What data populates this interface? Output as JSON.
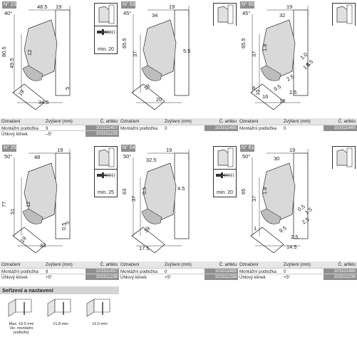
{
  "panels": [
    {
      "badge": "N° 23",
      "angle": "40°",
      "screw": "min. 20",
      "dims": {
        "a": "48.5",
        "b": "19",
        "c": "80.5",
        "d": "49.5",
        "e": "12",
        "f": "19",
        "g": "5",
        "h": "34.5"
      },
      "table": {
        "h1": "Označení",
        "h2": "Zvýšení (mm)",
        "h3": "Č. artiklu",
        "rows": [
          {
            "name": "Montážní podložka",
            "val": "9",
            "art": "103311457"
          },
          {
            "name": "Úhlový klínek",
            "val": "–5°",
            "art": "103311235"
          }
        ]
      }
    },
    {
      "badge": "N° 53",
      "angle": "45°",
      "screw": "",
      "dims": {
        "a": "34",
        "b": "19",
        "c": "65.5",
        "d": "37",
        "e": "5.5",
        "f": "19",
        "g": "20"
      },
      "table": {
        "h1": "Označení",
        "h2": "Zvýšení (mm)",
        "h3": "Č. artiklu",
        "rows": [
          {
            "name": "Montážní podložka",
            "val": "0",
            "art": "103311485"
          }
        ]
      }
    },
    {
      "badge": "N° 60",
      "angle": "45°",
      "screw": "",
      "dims": {
        "a": "32",
        "b": "19",
        "c": "65.5",
        "d": "37",
        "e": "1.8",
        "f": "8",
        "g": "18",
        "h": "16",
        "i": "9.5",
        "j": "2.5",
        "k": "1.5",
        "l": "1.0",
        "m": "0.5",
        "n": "16",
        "o": "2.5"
      },
      "table": {
        "h1": "Označení",
        "h2": "Zvýšení (mm)",
        "h3": "Č. artiklu",
        "rows": [
          {
            "name": "Montážní podložka",
            "val": "0",
            "art": "103311485"
          }
        ]
      }
    },
    {
      "badge": "N° 25",
      "angle": "50°",
      "screw": "min. 25",
      "dims": {
        "a": "48",
        "b": "19",
        "c": "77",
        "d": "51",
        "e": "12",
        "f": "19",
        "g": "0.5",
        "h": "33",
        "i": "5"
      },
      "table": {
        "h1": "Označení",
        "h2": "Zvýšení (mm)",
        "h3": "Č. artiklu",
        "rows": [
          {
            "name": "Montážní podložka",
            "val": "9",
            "art": "103311457"
          },
          {
            "name": "Úhlový klínek",
            "val": "+5°",
            "art": "103311236"
          }
        ]
      }
    },
    {
      "badge": "N° 54",
      "angle": "50°",
      "screw": "min. 20",
      "dims": {
        "a": "32.5",
        "b": "19",
        "c": "63",
        "d": "37",
        "e": "0.5",
        "f": "4.5",
        "g": "19",
        "h": "17.5"
      },
      "table": {
        "h1": "Označení",
        "h2": "Zvýšení (mm)",
        "h3": "Č. artiklu",
        "rows": [
          {
            "name": "Montážní podložka",
            "val": "0",
            "art": "103311485"
          },
          {
            "name": "Úhlový klínek",
            "val": "+5°",
            "art": "103311236"
          }
        ]
      }
    },
    {
      "badge": "N° 61",
      "angle": "50°",
      "screw": "",
      "dims": {
        "a": "30",
        "b": "19",
        "c": "65",
        "d": "37",
        "e": "1.8",
        "f": "14.5",
        "g": "2.5",
        "h": "9.5",
        "i": "1.5",
        "j": "0.5",
        "k": "2.5",
        "l": "1"
      },
      "table": {
        "h1": "Označení",
        "h2": "Zvýšení (mm)",
        "h3": "Č. artiklu",
        "rows": [
          {
            "name": "Montážní podložka",
            "val": "0",
            "art": "103311485"
          },
          {
            "name": "Úhlový klínek",
            "val": "+5°",
            "art": "103311236"
          }
        ]
      }
    }
  ],
  "adjust": {
    "title": "Seřízení a nastavení",
    "items": [
      {
        "label": "Max. ±3.0 mm\nViz. montážní\npodložky"
      },
      {
        "label": "±1.8 mm"
      },
      {
        "label": "±2.0 mm"
      }
    ]
  },
  "colors": {
    "badge": "#8f8f8f",
    "header": "#e6e6e6",
    "section": "#d4d4d4",
    "part": "#d9d9d9"
  }
}
